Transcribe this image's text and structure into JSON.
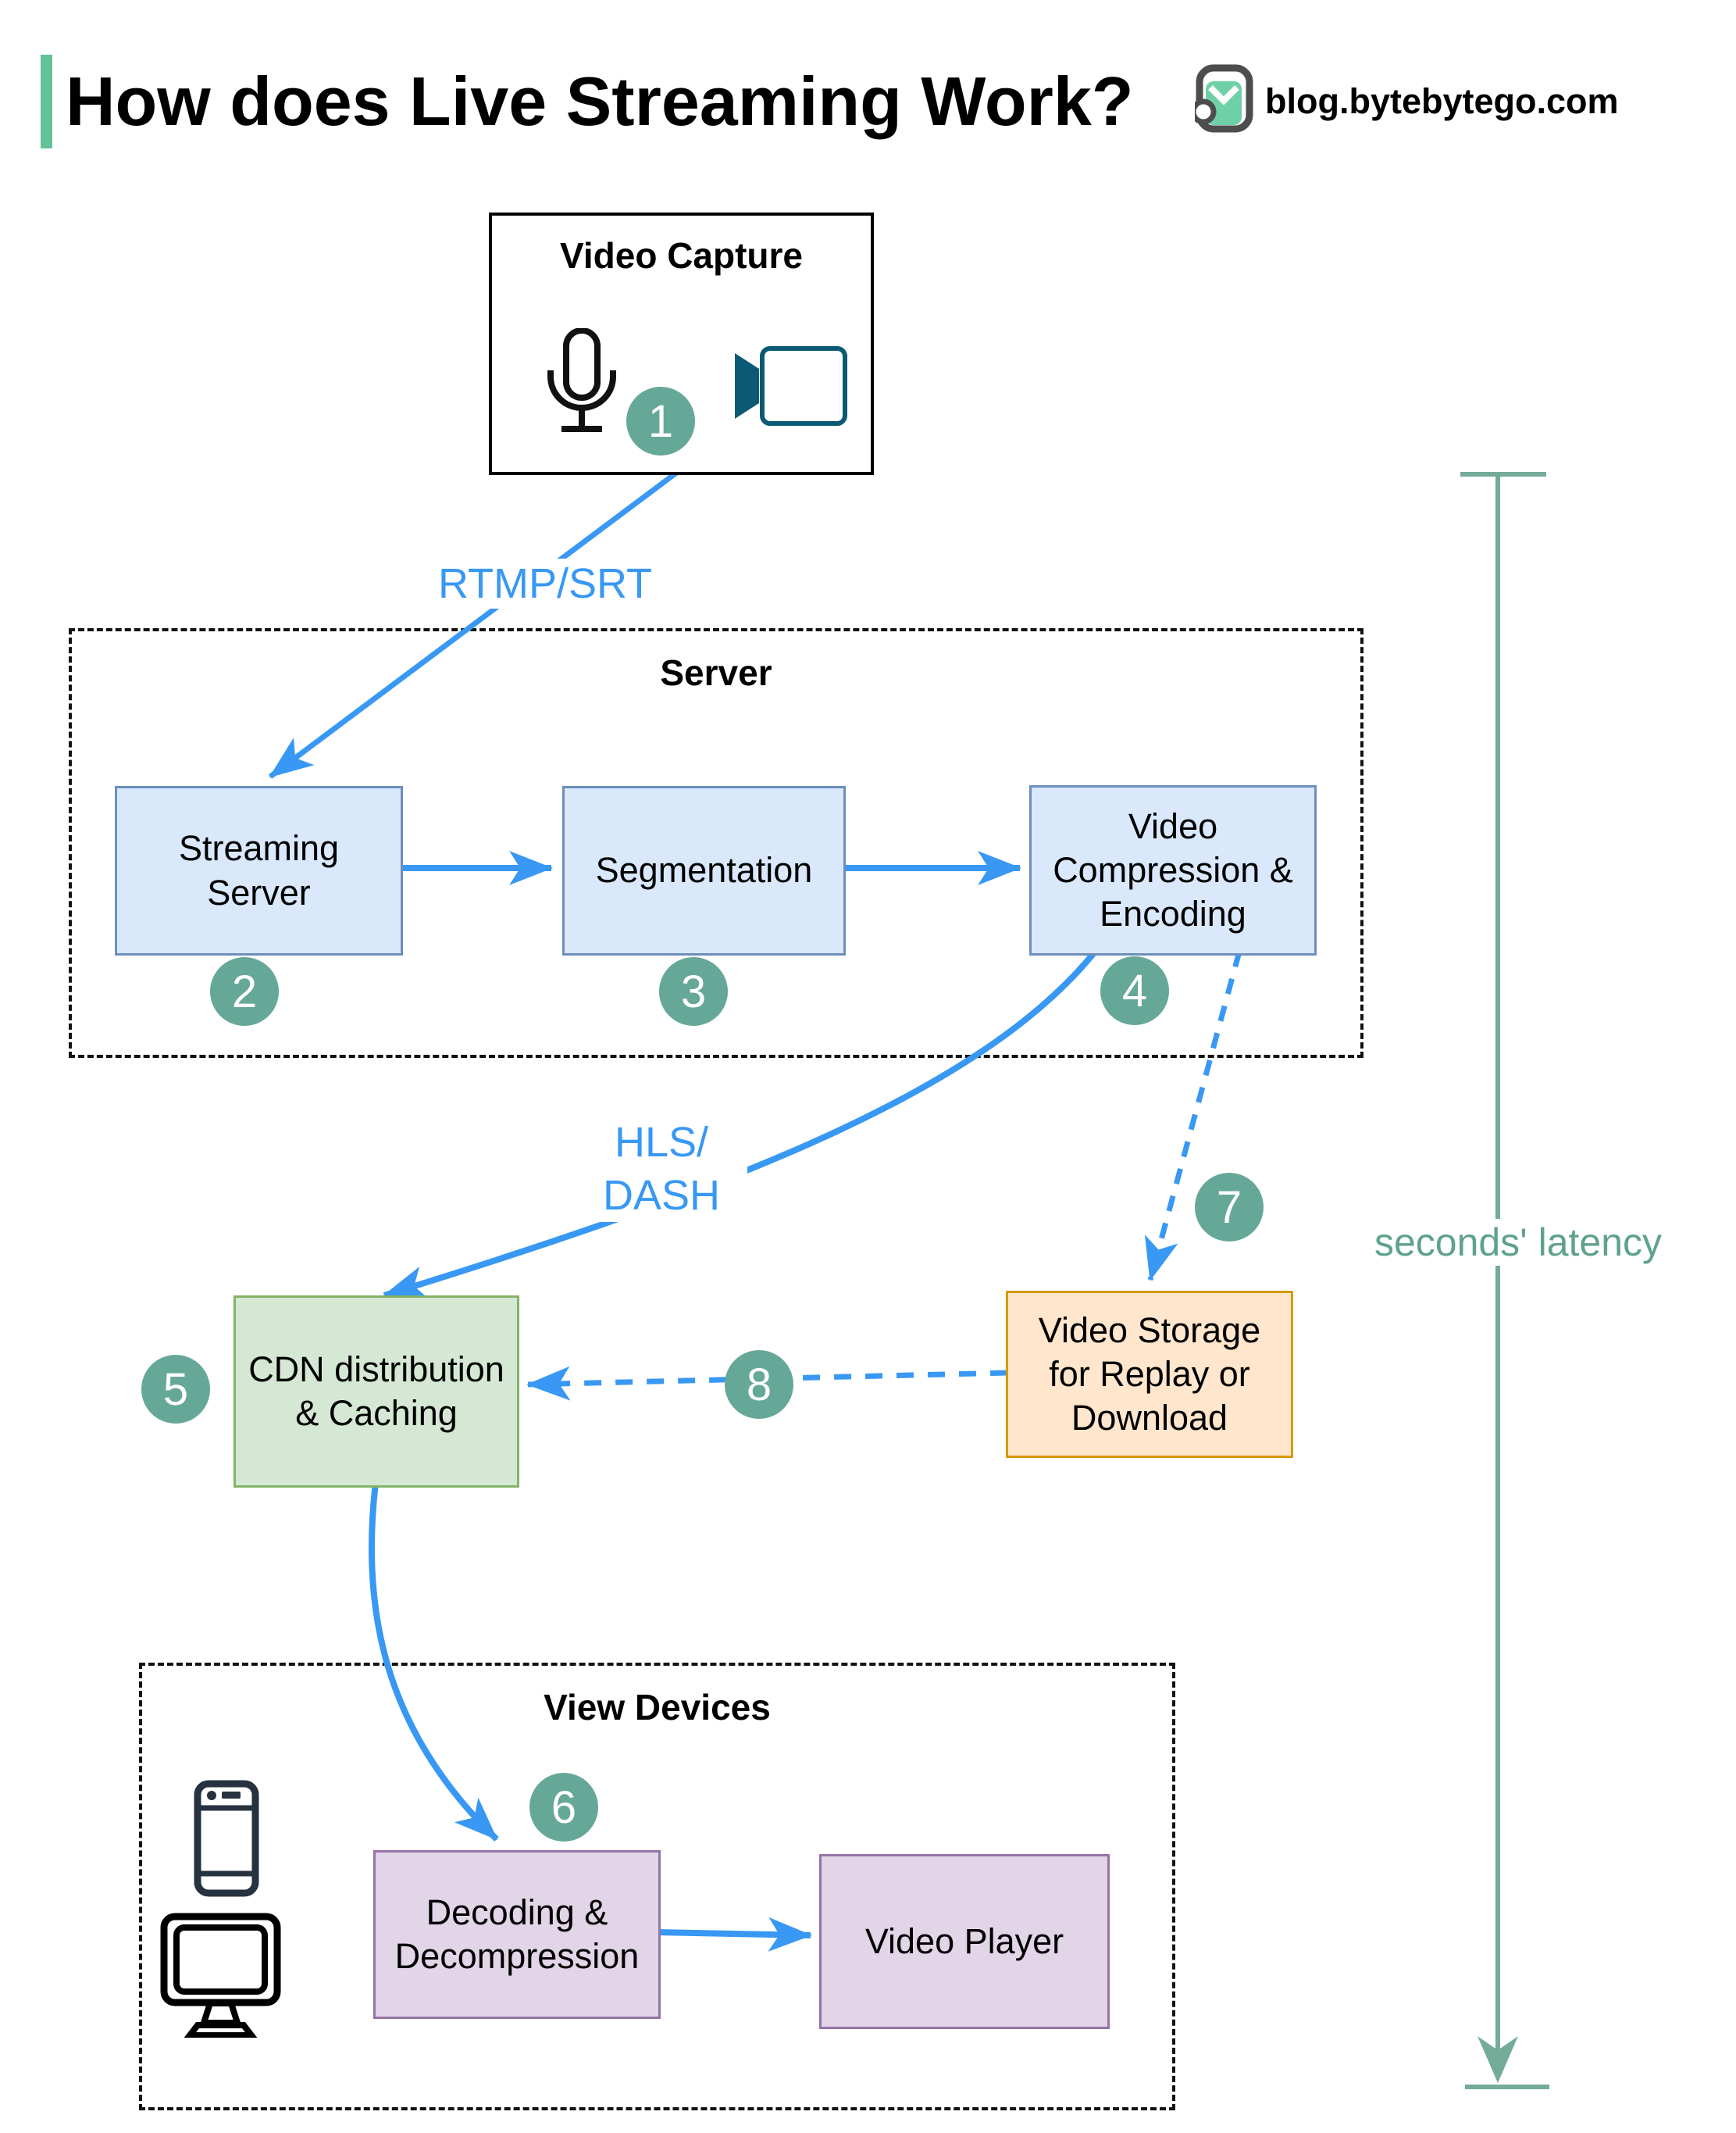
{
  "header": {
    "title": "How does Live Streaming Work?",
    "site": "blog.bytebytego.com"
  },
  "nodes": {
    "video_capture": {
      "title": "Video Capture"
    },
    "server_group": {
      "title": "Server"
    },
    "streaming_server": {
      "label": "Streaming\nServer"
    },
    "segmentation": {
      "label": "Segmentation"
    },
    "video_compression": {
      "label": "Video\nCompression &\nEncoding"
    },
    "cdn": {
      "label": "CDN distribution\n& Caching"
    },
    "video_storage": {
      "label": "Video Storage\nfor Replay or\nDownload"
    },
    "view_devices_group": {
      "title": "View Devices"
    },
    "decoding": {
      "label": "Decoding &\nDecompression"
    },
    "video_player": {
      "label": "Video Player"
    }
  },
  "edges": {
    "rtmp_label": "RTMP/SRT",
    "hls_label": "HLS/\nDASH",
    "latency_label": "seconds' latency"
  },
  "steps": [
    "1",
    "2",
    "3",
    "4",
    "5",
    "6",
    "7",
    "8"
  ],
  "colors": {
    "arrow_blue": "#3898f3",
    "badge_teal": "#66a897",
    "latency_line": "#74ab99",
    "latency_text": "#5fa28e",
    "box_blue_fill": "#dae8fc",
    "box_blue_border": "#6c8ebf",
    "box_green_fill": "#d5e8d4",
    "box_green_border": "#82b366",
    "box_orange_fill": "#ffe6cc",
    "box_orange_border": "#d79b00",
    "box_purple_fill": "#e1d5e7",
    "box_purple_border": "#9673a6",
    "title_accent": "#63c297"
  }
}
